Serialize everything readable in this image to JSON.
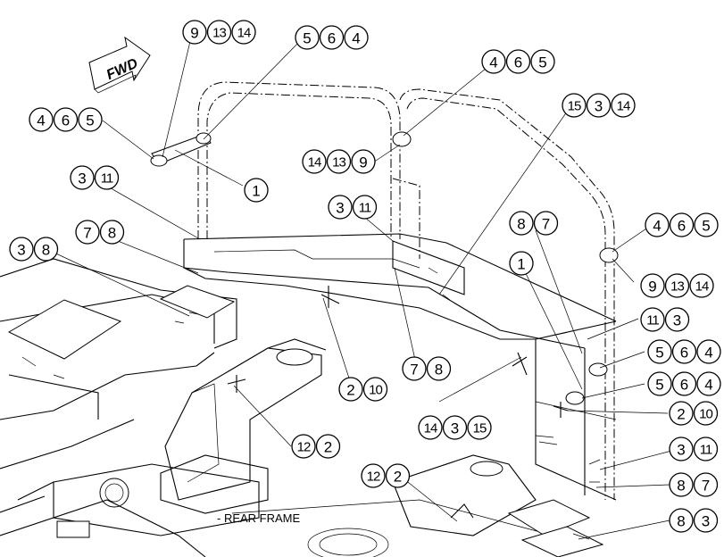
{
  "fwd_label": "FWD",
  "rear_frame_label": "- REAR FRAME",
  "callouts": [
    {
      "id": "c1",
      "numbers": [
        "9",
        "13",
        "14"
      ]
    },
    {
      "id": "c2",
      "numbers": [
        "5",
        "6",
        "4"
      ]
    },
    {
      "id": "c3",
      "numbers": [
        "4",
        "6",
        "5"
      ]
    },
    {
      "id": "c4",
      "numbers": [
        "4",
        "6",
        "5"
      ]
    },
    {
      "id": "c5",
      "numbers": [
        "1"
      ]
    },
    {
      "id": "c6",
      "numbers": [
        "14",
        "13",
        "9"
      ]
    },
    {
      "id": "c7",
      "numbers": [
        "15",
        "3",
        "14"
      ]
    },
    {
      "id": "c8",
      "numbers": [
        "3",
        "11"
      ]
    },
    {
      "id": "c9",
      "numbers": [
        "3",
        "11"
      ]
    },
    {
      "id": "c10",
      "numbers": [
        "7",
        "8"
      ]
    },
    {
      "id": "c11",
      "numbers": [
        "3",
        "8"
      ]
    },
    {
      "id": "c12",
      "numbers": [
        "8",
        "7"
      ]
    },
    {
      "id": "c13",
      "numbers": [
        "4",
        "6",
        "5"
      ]
    },
    {
      "id": "c14",
      "numbers": [
        "1"
      ]
    },
    {
      "id": "c15",
      "numbers": [
        "9",
        "13",
        "14"
      ]
    },
    {
      "id": "c16",
      "numbers": [
        "11",
        "3"
      ]
    },
    {
      "id": "c17",
      "numbers": [
        "5",
        "6",
        "4"
      ]
    },
    {
      "id": "c18",
      "numbers": [
        "5",
        "6",
        "4"
      ]
    },
    {
      "id": "c19",
      "numbers": [
        "2",
        "10"
      ]
    },
    {
      "id": "c20",
      "numbers": [
        "7",
        "8"
      ]
    },
    {
      "id": "c21",
      "numbers": [
        "2",
        "10"
      ]
    },
    {
      "id": "c22",
      "numbers": [
        "14",
        "3",
        "15"
      ]
    },
    {
      "id": "c23",
      "numbers": [
        "12",
        "2"
      ]
    },
    {
      "id": "c24",
      "numbers": [
        "3",
        "11"
      ]
    },
    {
      "id": "c25",
      "numbers": [
        "8",
        "7"
      ]
    },
    {
      "id": "c26",
      "numbers": [
        "12",
        "2"
      ]
    },
    {
      "id": "c27",
      "numbers": [
        "8",
        "3"
      ]
    }
  ]
}
